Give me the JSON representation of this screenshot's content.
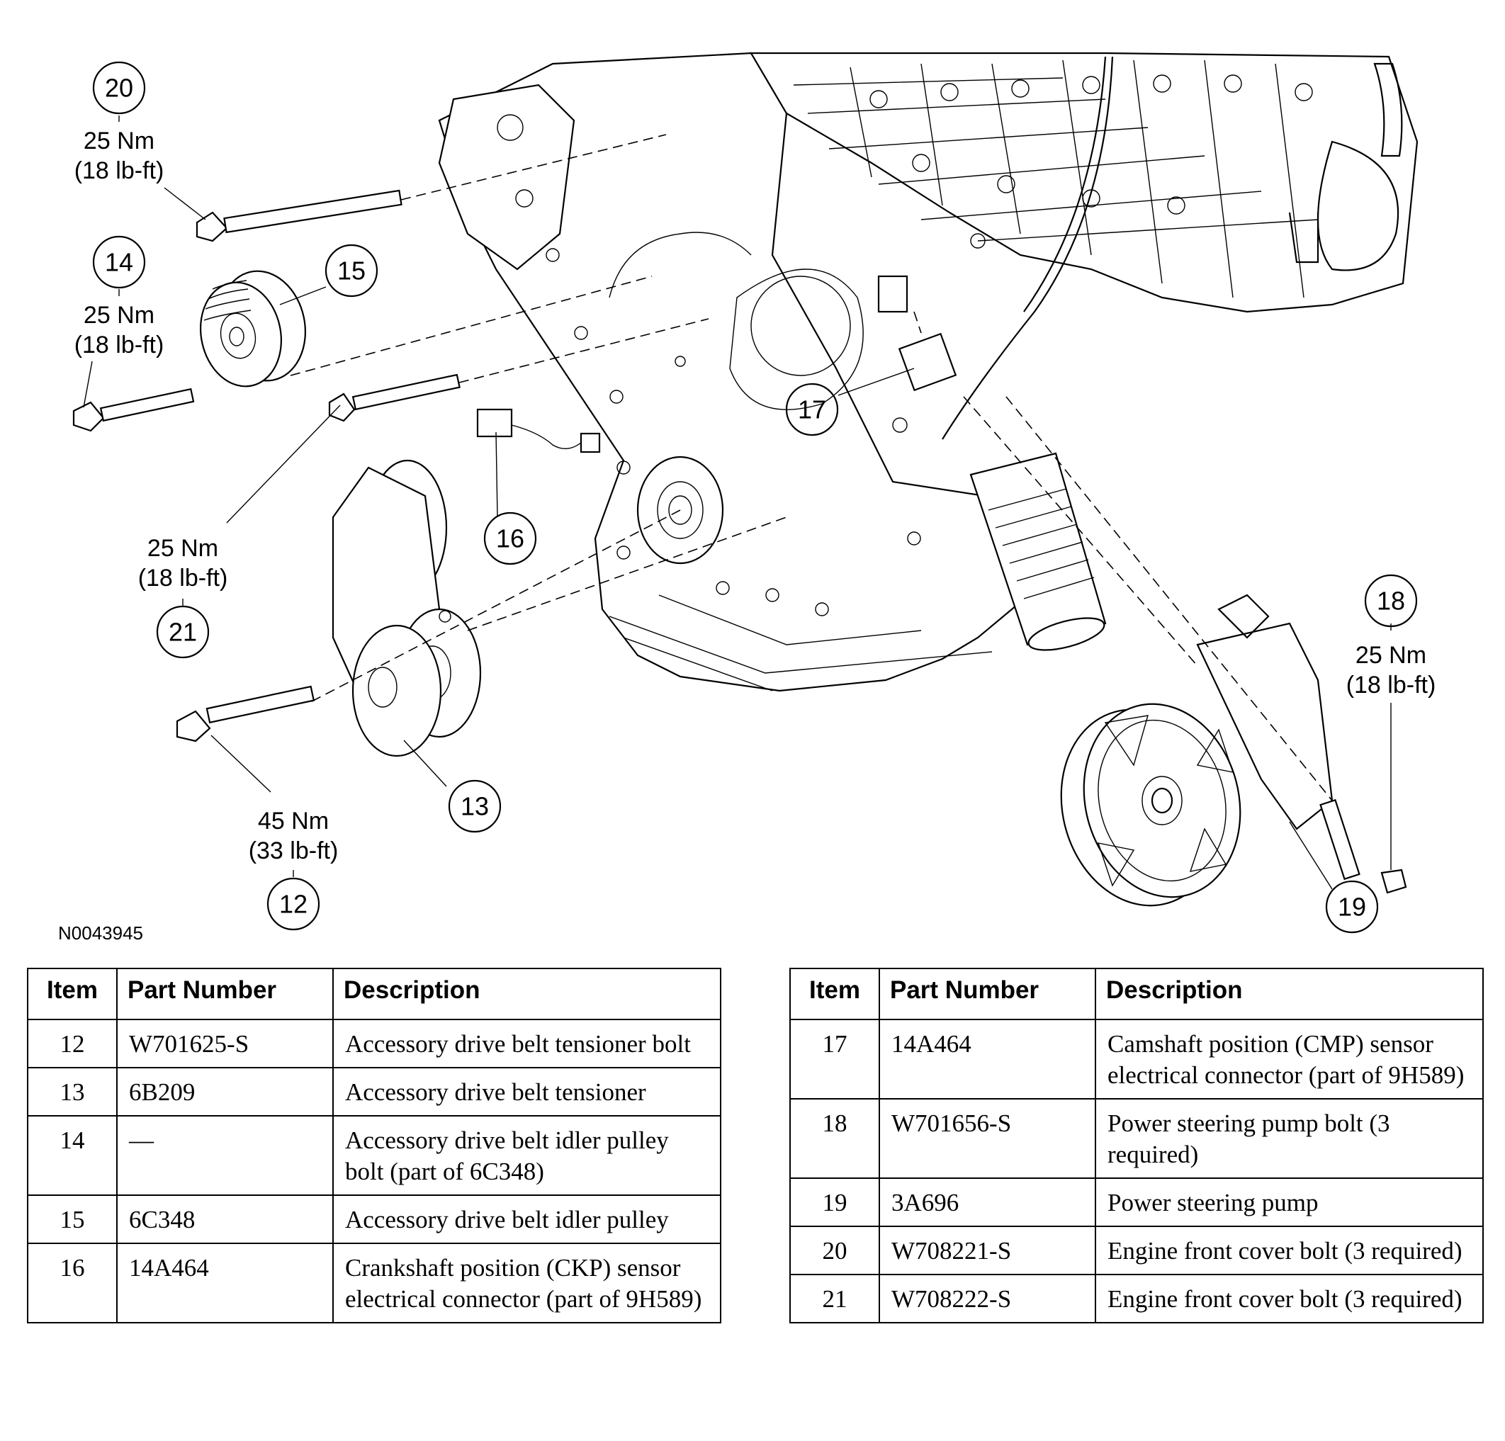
{
  "diagram": {
    "figure_code": "N0043945",
    "callouts": [
      {
        "item": "20",
        "torque_nm": "25 Nm",
        "torque_lbft": "(18 lb-ft)"
      },
      {
        "item": "14",
        "torque_nm": "25 Nm",
        "torque_lbft": "(18 lb-ft)"
      },
      {
        "item": "15"
      },
      {
        "item": "21",
        "torque_nm": "25 Nm",
        "torque_lbft": "(18 lb-ft)"
      },
      {
        "item": "16"
      },
      {
        "item": "17"
      },
      {
        "item": "13"
      },
      {
        "item": "12",
        "torque_nm": "45 Nm",
        "torque_lbft": "(33 lb-ft)"
      },
      {
        "item": "18",
        "torque_nm": "25 Nm",
        "torque_lbft": "(18 lb-ft)"
      },
      {
        "item": "19"
      }
    ]
  },
  "tables": {
    "headers": {
      "item": "Item",
      "part_number": "Part Number",
      "description": "Description"
    },
    "left": [
      {
        "item": "12",
        "part_number": "W701625-S",
        "description": "Accessory drive belt tensioner bolt"
      },
      {
        "item": "13",
        "part_number": "6B209",
        "description": "Accessory drive belt tensioner"
      },
      {
        "item": "14",
        "part_number": "—",
        "description": "Accessory drive belt idler pulley bolt (part of 6C348)"
      },
      {
        "item": "15",
        "part_number": "6C348",
        "description": "Accessory drive belt idler pulley"
      },
      {
        "item": "16",
        "part_number": "14A464",
        "description": "Crankshaft position (CKP) sensor electrical connector (part of 9H589)"
      }
    ],
    "right": [
      {
        "item": "17",
        "part_number": "14A464",
        "description": "Camshaft position (CMP) sensor electrical connector (part of 9H589)"
      },
      {
        "item": "18",
        "part_number": "W701656-S",
        "description": "Power steering pump bolt (3 required)"
      },
      {
        "item": "19",
        "part_number": "3A696",
        "description": "Power steering pump"
      },
      {
        "item": "20",
        "part_number": "W708221-S",
        "description": "Engine front cover bolt (3 required)"
      },
      {
        "item": "21",
        "part_number": "W708222-S",
        "description": "Engine front cover bolt (3 required)"
      }
    ]
  }
}
